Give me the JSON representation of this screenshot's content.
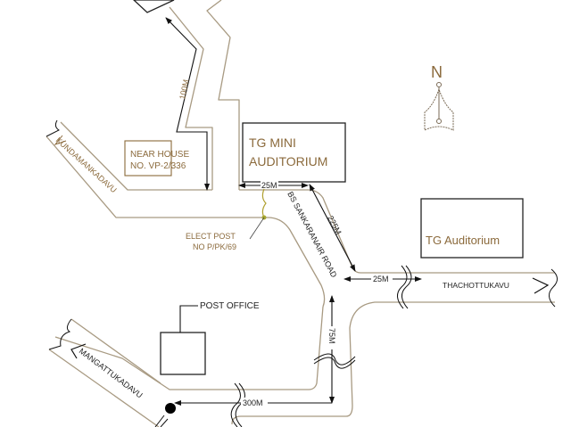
{
  "map": {
    "type": "location-sketch",
    "north_label": "N",
    "buildings": [
      {
        "id": "tg-mini-auditorium",
        "lines": [
          "TG MINI",
          "AUDITORIUM"
        ]
      },
      {
        "id": "tg-auditorium",
        "lines": [
          "TG Auditorium"
        ]
      },
      {
        "id": "near-house",
        "lines": [
          "NEAR HOUSE",
          "NO. VP-2/336"
        ]
      },
      {
        "id": "post-office",
        "lines": [
          "POST OFFICE"
        ]
      }
    ],
    "roads": {
      "kundamankadavu": "KUNDAMANKADAVU",
      "mangattukadavu": "MANGATTUKADAVU",
      "thachottukavu": "THACHOTTUKAVU",
      "bs_sankaranair": "BS SANKARANAIR ROAD"
    },
    "landmarks": {
      "elect_post_line1": "ELECT POST",
      "elect_post_line2": "NO P/PK/69"
    },
    "distances": {
      "d_100m": "100M",
      "d_25m_top": "25M",
      "d_225m": "225M",
      "d_25m_right": "25M",
      "d_75m": "75M",
      "d_300m": "300M"
    },
    "colors": {
      "label_brown": "#8b6a3c",
      "road_edge": "#a89a82",
      "dimension_line": "#111111"
    }
  }
}
